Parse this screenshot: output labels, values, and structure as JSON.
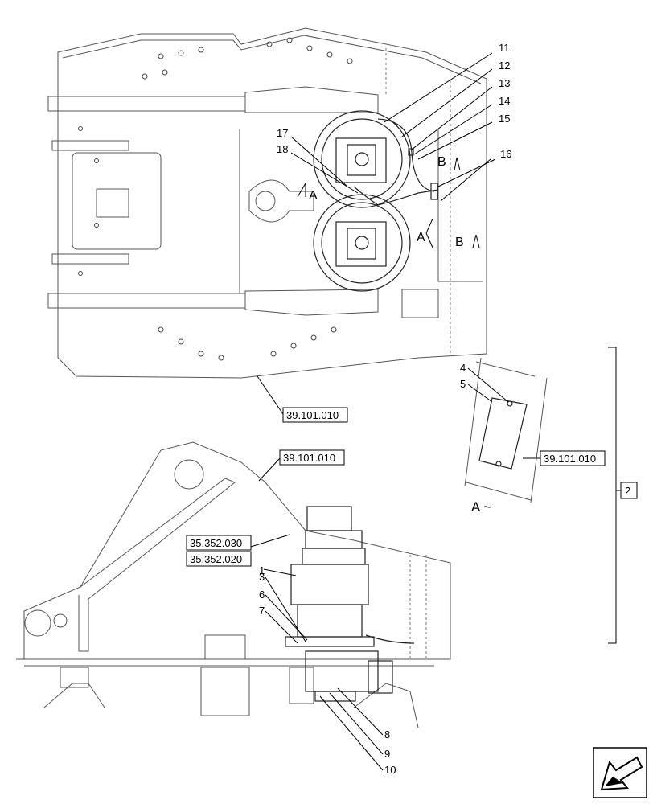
{
  "callouts": {
    "n1": "1",
    "n2": "2",
    "n3": "3",
    "n4": "4",
    "n5": "5",
    "n6": "6",
    "n7": "7",
    "n8": "8",
    "n9": "9",
    "n10": "10",
    "n11": "11",
    "n12": "12",
    "n13": "13",
    "n14": "14",
    "n15": "15",
    "n16": "16",
    "n17": "17",
    "n18": "18"
  },
  "references": {
    "ref_top": "39.101.010",
    "ref_mid": "39.101.010",
    "ref_detail": "39.101.010",
    "ref_35030": "35.352.030",
    "ref_35020": "35.352.020"
  },
  "views": {
    "view_a_left": "A",
    "view_a_right": "A",
    "view_b_top": "B",
    "view_b_bottom": "B",
    "detail_label": "A ~"
  },
  "group_label": "2",
  "icons": {
    "nav": "arrow-prev-page-icon"
  }
}
